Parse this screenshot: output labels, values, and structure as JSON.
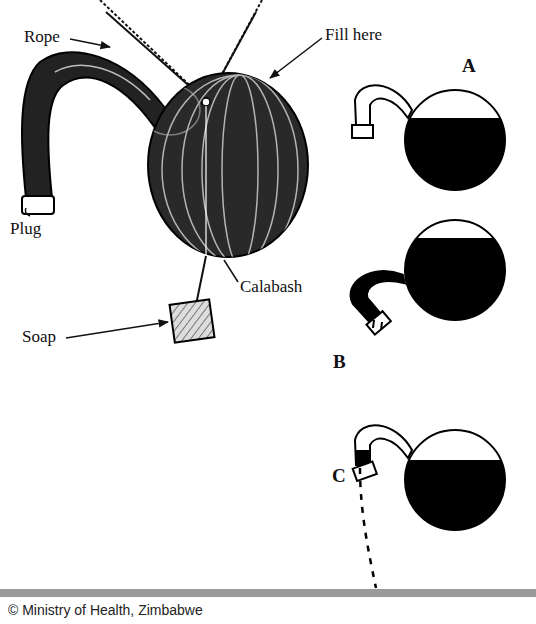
{
  "diagram": {
    "labels": [
      "Rope",
      "Fill here",
      "Plug",
      "Calabash",
      "Soap",
      "A",
      "B",
      "C",
      "© Ministry of Health, Zimbabwe"
    ]
  }
}
